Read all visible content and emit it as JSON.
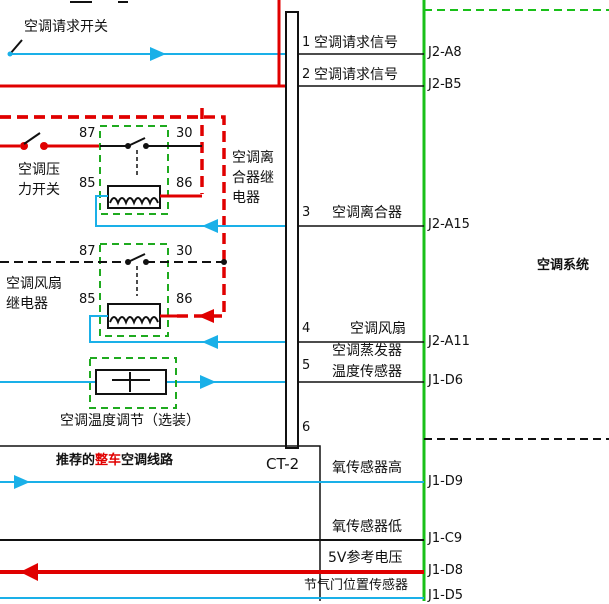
{
  "labels": {
    "ac_request_switch": "空调请求开关",
    "ac_pressure_switch_l1": "空调压",
    "ac_pressure_switch_l2": "力开关",
    "ac_clutch_relay_l1": "空调离",
    "ac_clutch_relay_l2": "合器继",
    "ac_clutch_relay_l3": "电器",
    "ac_fan_relay_l1": "空调风扇",
    "ac_fan_relay_l2": "继电器",
    "ac_temp_adjust": "空调温度调节（选装）",
    "recommended_p1": "推荐的",
    "recommended_p2": "整车",
    "recommended_p3": "空调线路",
    "connector_name": "CT-2",
    "ac_system": "空调系统"
  },
  "relay_pins": {
    "top_87": "87",
    "top_30": "30",
    "top_85": "85",
    "top_86": "86",
    "bot_87": "87",
    "bot_30": "30",
    "bot_85": "85",
    "bot_86": "86"
  },
  "connector_rows": [
    {
      "num": "1",
      "signal": "空调请求信号",
      "pin": "J2-A8"
    },
    {
      "num": "2",
      "signal": "空调请求信号",
      "pin": "J2-B5"
    },
    {
      "num": "3",
      "signal": "空调离合器",
      "pin": "J2-A15"
    },
    {
      "num": "4",
      "signal": "空调风扇",
      "pin": "J2-A11"
    },
    {
      "num": "5",
      "signal_l1": "空调蒸发器",
      "signal_l2": "温度传感器",
      "pin": "J1-D6"
    },
    {
      "num": "6"
    }
  ],
  "ecu_rows": [
    {
      "signal": "氧传感器高",
      "pin": "J1-D9"
    },
    {
      "signal": "氧传感器低",
      "pin": "J1-C9"
    },
    {
      "signal": "5V参考电压",
      "pin": "J1-D8"
    },
    {
      "signal": "节气门位置传感器",
      "pin": "J1-D5"
    }
  ],
  "colors": {
    "wire_red": "#e00000",
    "wire_cyan": "#1ab0e8",
    "box_green": "#1faa1f",
    "ecu_green": "#19c019",
    "black": "#111111"
  }
}
